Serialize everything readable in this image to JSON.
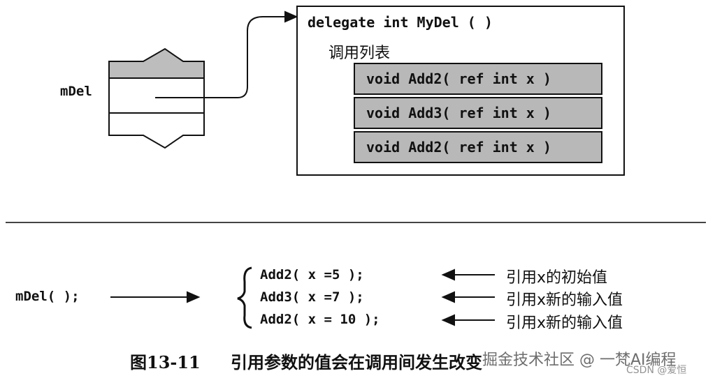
{
  "top": {
    "variable_label": "mDel",
    "delegate_declaration": "delegate int MyDel ( )",
    "invocation_list_title": "调用列表",
    "invocation_list": [
      "void Add2( ref int x )",
      "void Add3( ref int x )",
      "void Add2( ref int x )"
    ]
  },
  "bottom": {
    "call_expression": "mDel( );",
    "calls": [
      {
        "text": "Add2( x =5  );",
        "note": "引用x的初始值"
      },
      {
        "text": "Add3( x =7  );",
        "note": "引用x新的输入值"
      },
      {
        "text": "Add2( x = 10 );",
        "note": "引用x新的输入值"
      }
    ]
  },
  "caption": {
    "figure_number": "图13-11",
    "text": "引用参数的值会在调用间发生改变"
  },
  "watermark": {
    "primary": "掘金技术社区 @ 一梵AI编程",
    "secondary": "CSDN @爱恒"
  }
}
